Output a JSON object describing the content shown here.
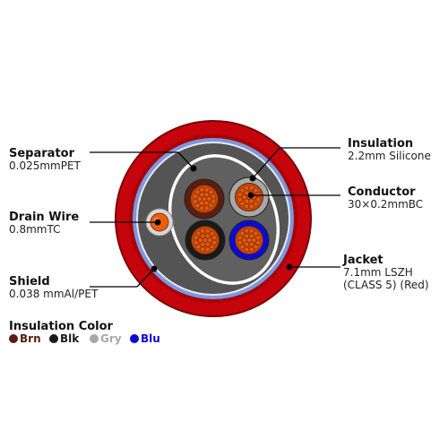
{
  "labels": {
    "separator": {
      "title": "Separator",
      "sub": "0.025mmPET"
    },
    "drain_wire": {
      "title": "Drain Wire",
      "sub": "0.8mmTC"
    },
    "shield": {
      "title": "Shield",
      "sub": "0.038 mmAl/PET"
    },
    "insulation": {
      "title": "Insulation",
      "sub": "2.2mm Silicone"
    },
    "conductor": {
      "title": "Conductor",
      "sub": "30×0.2mmBC"
    },
    "jacket": {
      "title": "Jacket",
      "sub": "7.1mm LSZH",
      "sub2": "(CLASS 5) (Red)"
    }
  },
  "legend": {
    "title": "Insulation Color",
    "items": [
      {
        "label": "Brn",
        "color": "#5a1e12"
      },
      {
        "label": "Blk",
        "color": "#1a1a1a"
      },
      {
        "label": "Gry",
        "color": "#a8a8a8"
      },
      {
        "label": "Blu",
        "color": "#0a0ad8"
      }
    ]
  },
  "colors": {
    "jacket": "#c8040a",
    "shield_ring": "#6f8fd8",
    "filler": "#555555",
    "separator": "#ffffff",
    "conductor_copper": "#e65a0c",
    "drain_wire": "#e8600f"
  },
  "wires": [
    {
      "name": "brown-core",
      "insulation": "#5a1e12"
    },
    {
      "name": "grey-core",
      "insulation": "#a8a8a8"
    },
    {
      "name": "black-core",
      "insulation": "#1a1a1a"
    },
    {
      "name": "blue-core",
      "insulation": "#0a0ad8"
    }
  ]
}
